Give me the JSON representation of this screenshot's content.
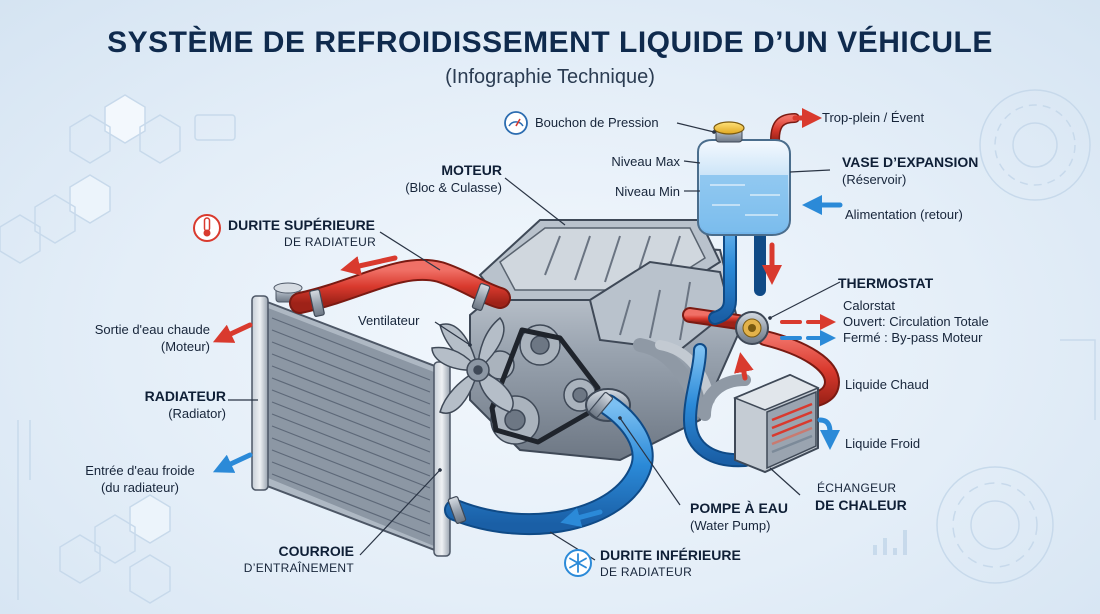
{
  "title": "SYSTÈME DE REFROIDISSEMENT LIQUIDE D’UN VÉHICULE",
  "subtitle": "(Infographie Technique)",
  "labels": {
    "pressure_cap": "Bouchon de Pression",
    "overflow": "Trop-plein / Évent",
    "level_max": "Niveau Max",
    "level_min": "Niveau Min",
    "expansion_tank": {
      "name": "VASE D’EXPANSION",
      "sub": "(Réservoir)"
    },
    "supply": "Alimentation (retour)",
    "engine": {
      "name": "MOTEUR",
      "sub": "(Bloc & Culasse)"
    },
    "upper_hose": {
      "name": "DURITE SUPÉRIEURE",
      "sub": "DE RADIATEUR"
    },
    "thermostat": {
      "name": "THERMOSTAT",
      "sub": "Calorstat",
      "open": "Ouvert: Circulation Totale",
      "closed": "Fermé : By-pass Moteur"
    },
    "hot_water_out": {
      "line1": "Sortie d'eau chaude",
      "line2": "(Moteur)"
    },
    "fan": "Ventilateur",
    "hot_liquid": "Liquide Chaud",
    "radiator": {
      "name": "RADIATEUR",
      "sub": "(Radiator)"
    },
    "cold_liquid": "Liquide Froid",
    "cold_water_in": {
      "line1": "Entrée d'eau froide",
      "line2": "(du radiateur)"
    },
    "heat_exchanger": {
      "line1": "ÉCHANGEUR",
      "line2": "DE CHALEUR"
    },
    "water_pump": {
      "name": "POMPE À EAU",
      "sub": "(Water Pump)"
    },
    "belt": {
      "name": "COURROIE",
      "sub": "D’ENTRAÎNEMENT"
    },
    "lower_hose": {
      "name": "DURITE INFÉRIEURE",
      "sub": "DE RADIATEUR"
    }
  },
  "colors": {
    "hot": "#d93a2e",
    "cold": "#2b8ad8",
    "title": "#0f2a4d",
    "metal": "#9aa4b0",
    "coolant": "#8fc8f2"
  },
  "icons": {
    "pressure_cap": "gauge-icon",
    "upper_hose": "thermometer-icon",
    "lower_hose": "snowflake-icon"
  }
}
